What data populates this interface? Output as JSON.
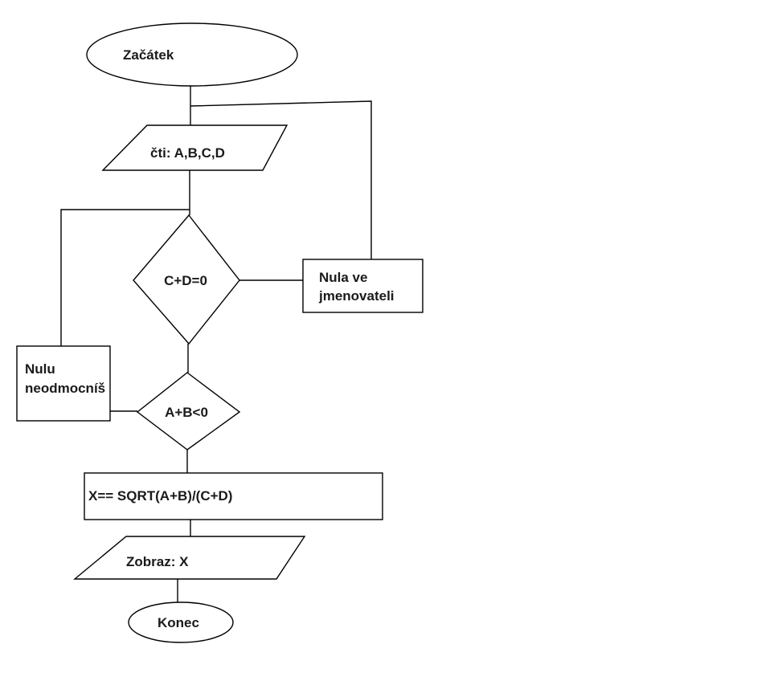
{
  "flowchart": {
    "title": "Flowchart: X = SQRT(A+B)/(C+D)",
    "colors": {
      "background": "#ffffff",
      "stroke": "#000000",
      "shape_fill": "#ffffff",
      "text": "#1a1a1a"
    },
    "nodes": {
      "start": {
        "type": "terminator",
        "label": "Začátek"
      },
      "read_input": {
        "type": "input",
        "label": "čti: A,B,C,D"
      },
      "decision_denominator": {
        "type": "decision",
        "label": "C+D=0"
      },
      "denominator_error": {
        "type": "process",
        "label": "Nula ve jmenovateli",
        "lines": [
          "Nula ve",
          "jmenovateli"
        ]
      },
      "sqrt_error": {
        "type": "process",
        "label": "Nulu neodmocníš",
        "lines": [
          "Nulu",
          "neodmocníš"
        ]
      },
      "decision_sqrt": {
        "type": "decision",
        "label": "A+B<0"
      },
      "compute": {
        "type": "process",
        "label": "X== SQRT(A+B)/(C+D)"
      },
      "display_output": {
        "type": "output",
        "label": "Zobraz: X"
      },
      "end": {
        "type": "terminator",
        "label": "Konec"
      }
    },
    "edges": [
      {
        "from": "start",
        "to": "read_input"
      },
      {
        "from": "start",
        "to": "denominator_error"
      },
      {
        "from": "read_input",
        "to": "decision_denominator"
      },
      {
        "from": "read_input",
        "to": "sqrt_error"
      },
      {
        "from": "decision_denominator",
        "to": "denominator_error"
      },
      {
        "from": "decision_denominator",
        "to": "decision_sqrt"
      },
      {
        "from": "sqrt_error",
        "to": "decision_sqrt"
      },
      {
        "from": "decision_sqrt",
        "to": "compute"
      },
      {
        "from": "compute",
        "to": "display_output"
      },
      {
        "from": "display_output",
        "to": "end"
      }
    ]
  }
}
